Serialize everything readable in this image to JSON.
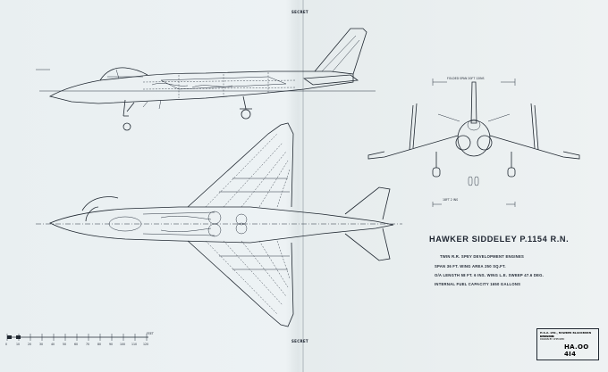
{
  "stamps": {
    "top": "SECRET",
    "bottom": "SECRET"
  },
  "title": "HAWKER SIDDELEY P.1154 R.N.",
  "specs": [
    "TWIN R.R. SPEY DEVELOPMENT ENGINES",
    "SPAN          36 FT.        WING AREA      250 SQ.FT.",
    "O/A LENGTH   58 FT. 6 INS. WING L.E. SWEEP 47.6 DEG.",
    "INTERNAL FUEL CAPACITY   1650 GALLONS"
  ],
  "labels": {
    "folded_span": "FOLDED SPAN  20FT 12INS",
    "tail_height": "18FT  2 INS"
  },
  "scale_bar": {
    "unit": "FEET",
    "ticks": [
      "0",
      "10",
      "20",
      "30",
      "40",
      "50",
      "60",
      "70",
      "80",
      "90",
      "100",
      "110",
      "120"
    ]
  },
  "title_block": {
    "line1": "H.S.A. LTD., HAWKER BLACKBURN DIVISION",
    "line2": "KINGSTON",
    "line3": "DRAWN BY   CHECKED",
    "drawing_number": "HA.OO 4I4"
  }
}
